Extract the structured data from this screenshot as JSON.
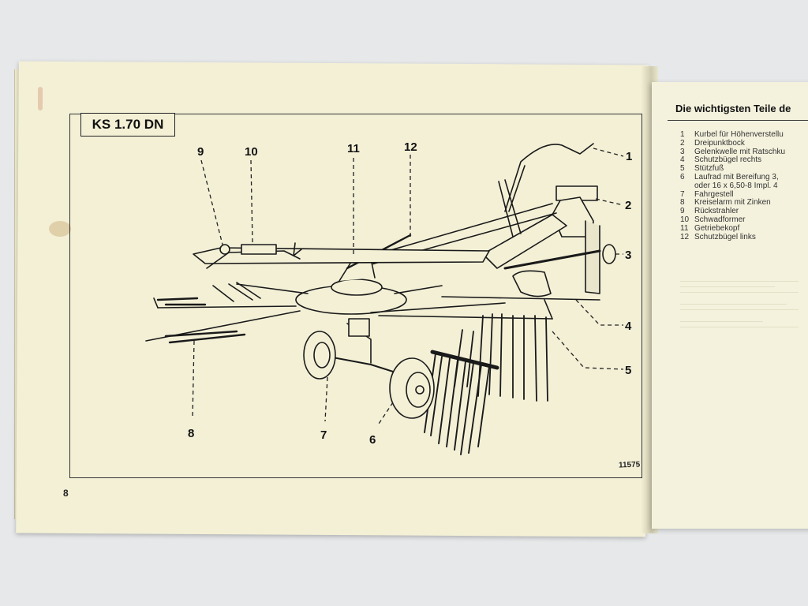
{
  "left_page": {
    "model_label": "KS 1.70 DN",
    "page_number": "8",
    "figure_number": "11575",
    "callouts": [
      "1",
      "2",
      "3",
      "4",
      "5",
      "6",
      "7",
      "8",
      "9",
      "10",
      "11",
      "12"
    ]
  },
  "right_page": {
    "heading": "Die wichtigsten Teile de",
    "parts": [
      {
        "n": "1",
        "text": "Kurbel für Höhenverstellu"
      },
      {
        "n": "2",
        "text": "Dreipunktbock"
      },
      {
        "n": "3",
        "text": "Gelenkwelle mit Ratschku"
      },
      {
        "n": "4",
        "text": "Schutzbügel rechts"
      },
      {
        "n": "5",
        "text": "Stützfuß"
      },
      {
        "n": "6",
        "text": "Laufrad mit Bereifung 3,"
      },
      {
        "n": "",
        "text": "oder 16 x 6,50-8 Impl. 4"
      },
      {
        "n": "7",
        "text": "Fahrgestell"
      },
      {
        "n": "8",
        "text": "Kreiselarm mit Zinken"
      },
      {
        "n": "9",
        "text": "Rückstrahler"
      },
      {
        "n": "10",
        "text": "Schwadformer"
      },
      {
        "n": "11",
        "text": "Getriebekopf"
      },
      {
        "n": "12",
        "text": "Schutzbügel links"
      }
    ]
  }
}
